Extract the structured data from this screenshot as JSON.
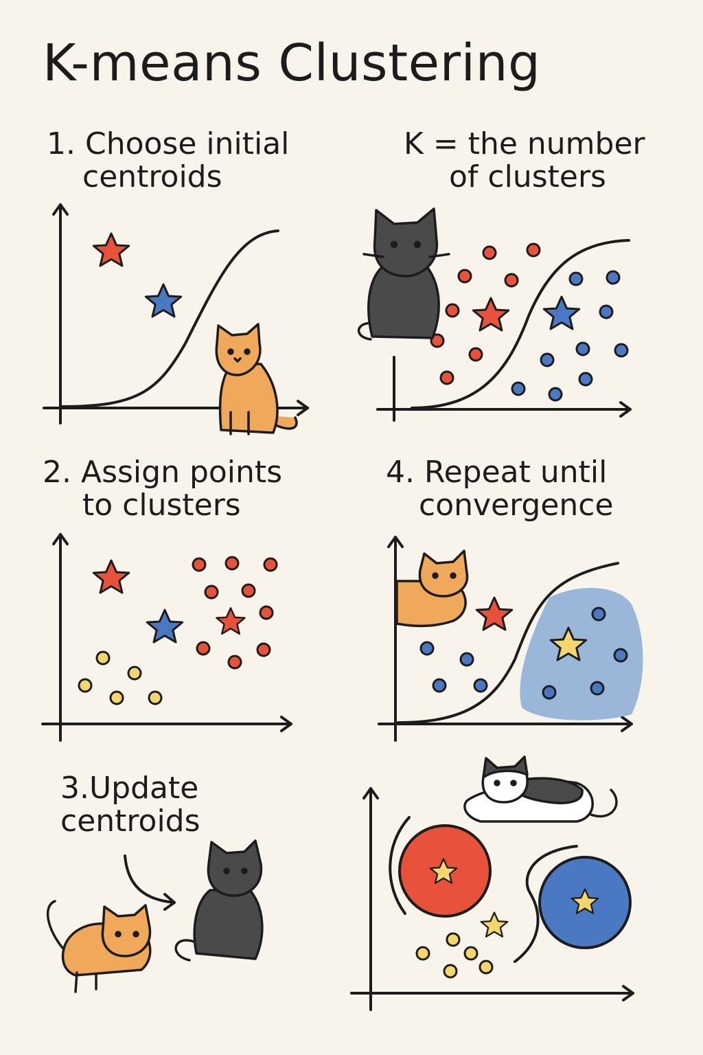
{
  "title": "K-means Clustering",
  "steps": {
    "choose": {
      "line1": "1. Choose initial",
      "line2": "centroids"
    },
    "k_def": {
      "line1": "K = the number",
      "line2": "of clusters"
    },
    "assign": {
      "line1": "2. Assign points",
      "line2": "to clusters"
    },
    "repeat": {
      "line1": "4. Repeat until",
      "line2": "convergence"
    },
    "update": {
      "line1": "3.Update",
      "line2": "centroids"
    }
  },
  "colors": {
    "background": "#f8f4ec",
    "ink": "#1c1c1c",
    "red": "#e8523b",
    "blue": "#4a78c2",
    "yellow": "#f4d76a",
    "orange_cat": "#f0a95a",
    "dark_cat": "#4a4a4a",
    "blue_region": "#8fb0d8"
  },
  "icons": [
    "red-star-icon",
    "blue-star-icon",
    "yellow-star-icon",
    "orange-cat-icon",
    "black-cat-icon",
    "tuxedo-cat-icon"
  ]
}
